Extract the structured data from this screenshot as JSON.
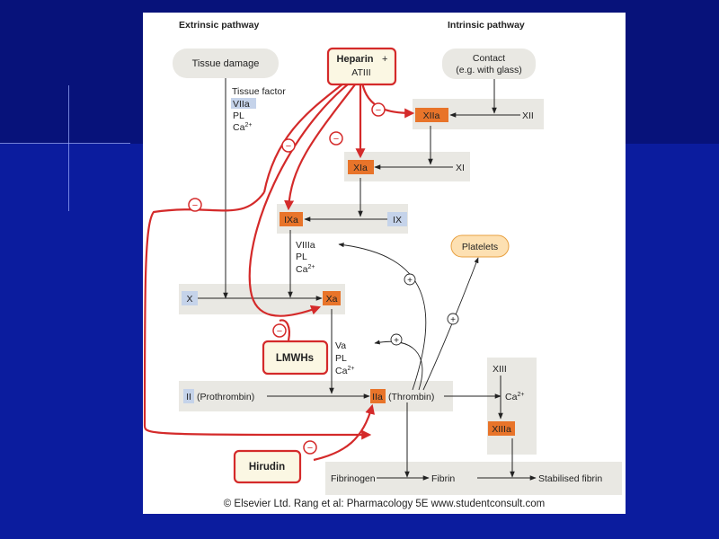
{
  "headers": {
    "extrinsic": "Extrinsic pathway",
    "intrinsic": "Intrinsic pathway"
  },
  "nodes": {
    "tissue_damage": "Tissue damage",
    "contact_line1": "Contact",
    "contact_line2": "(e.g. with glass)",
    "heparin_bold": "Heparin",
    "heparin_plus": "+",
    "heparin_atiii": "ATIII",
    "tissue_factor": "Tissue factor",
    "viia": "VIIa",
    "pl": "PL",
    "ca": "Ca",
    "ca_sup": "2+",
    "xiia": "XIIa",
    "xii": "XII",
    "xia": "XIa",
    "xi": "XI",
    "ixa": "IXa",
    "ix": "IX",
    "viiia": "VIIIa",
    "platelets": "Platelets",
    "x": "X",
    "xa": "Xa",
    "va": "Va",
    "lmwhs": "LMWHs",
    "ii": "II",
    "prothrombin": "(Prothrombin)",
    "iia": "IIa",
    "thrombin": "(Thrombin)",
    "xiii": "XIII",
    "xiiia": "XIIIa",
    "hirudin": "Hirudin",
    "fibrinogen": "Fibrinogen",
    "fibrin": "Fibrin",
    "stabilised_fibrin": "Stabilised fibrin"
  },
  "symbols": {
    "minus": "−",
    "plus": "+"
  },
  "caption": "© Elsevier Ltd. Rang et al: Pharmacology 5E www.studentconsult.com",
  "colors": {
    "activated": "#e8742a",
    "inactive": "#c5d3ea",
    "box_gray": "#e9e8e3",
    "drug_box": "#fbf7e3",
    "inhibit_red": "#d42a2a",
    "platelets_fill": "#fde0b2",
    "platelets_stroke": "#e8a040"
  }
}
